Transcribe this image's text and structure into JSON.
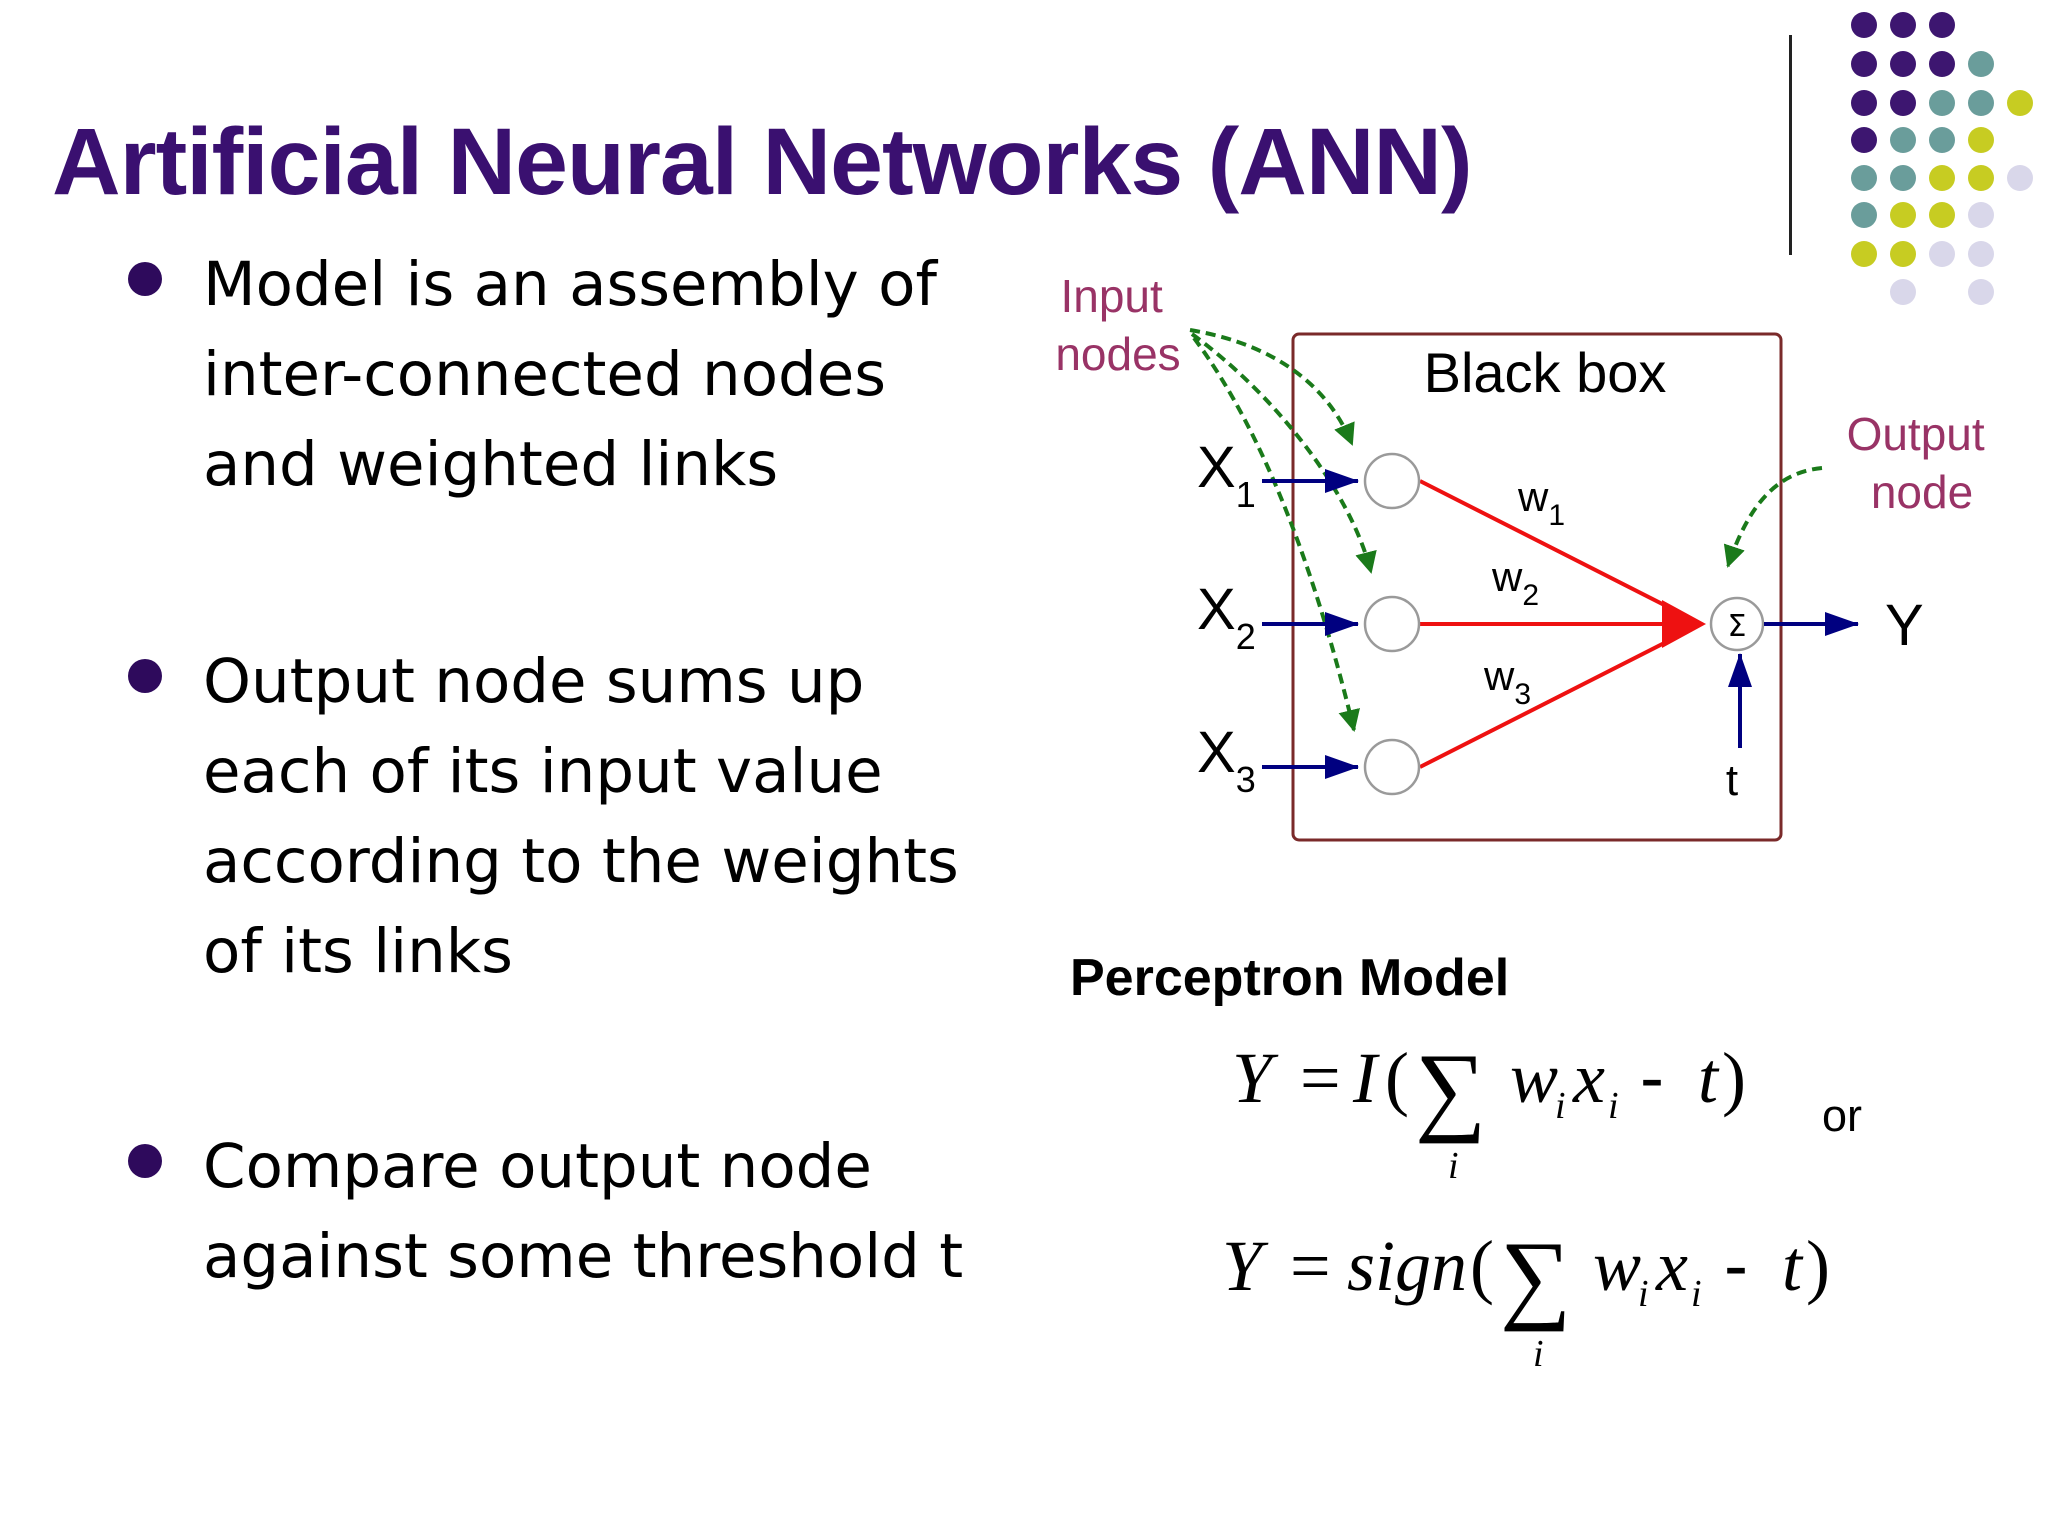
{
  "slide": {
    "title": "Artificial Neural Networks (ANN)",
    "bullets": [
      [
        "Model is an assembly of",
        "inter-connected nodes",
        "and weighted links"
      ],
      [
        "Output node sums up",
        "each of its input value",
        "according to the weights",
        "of its links"
      ],
      [
        "Compare output node",
        "against some threshold t"
      ]
    ]
  },
  "diagram": {
    "input_nodes_label": [
      "Input",
      "nodes"
    ],
    "output_node_label": [
      "Output",
      "node"
    ],
    "box_label": "Black box",
    "inputs": [
      {
        "x": "X",
        "sub": "1"
      },
      {
        "x": "X",
        "sub": "2"
      },
      {
        "x": "X",
        "sub": "3"
      }
    ],
    "weights": [
      {
        "w": "w",
        "sub": "1"
      },
      {
        "w": "w",
        "sub": "2"
      },
      {
        "w": "w",
        "sub": "3"
      }
    ],
    "sum_symbol": "Σ",
    "output": "Y",
    "threshold": "t"
  },
  "perceptron": {
    "title": "Perceptron Model",
    "or": "or",
    "eq1": {
      "lhs": "Y",
      "eqsign": "=",
      "func": "I",
      "paren_open": "(",
      "sigma": "∑",
      "idx": "i",
      "w": "w",
      "x": "x",
      "minus": "-",
      "t": "t",
      "paren_close": ")"
    },
    "eq2": {
      "lhs": "Y",
      "eqsign": "=",
      "func": "sign",
      "paren_open": "(",
      "sigma": "∑",
      "idx": "i",
      "w": "w",
      "x": "x",
      "minus": "-",
      "t": "t",
      "paren_close": ")"
    }
  },
  "colors": {
    "title": "#3a1070",
    "dot_purple": "#3d1670",
    "dot_teal": "#6a9d9b",
    "dot_yellow": "#c7cc22",
    "dot_lavender": "#d9d7ea",
    "annotation": "#993366",
    "arrow_green": "#1a7a1a",
    "arrow_navy": "#000080",
    "link_red": "#ee1111",
    "box_border": "#7a2a2a"
  }
}
